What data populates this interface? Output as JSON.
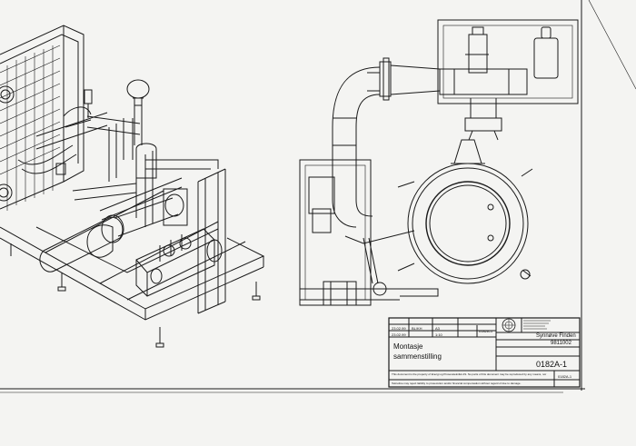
{
  "title_block": {
    "date_1": "23.02.99",
    "initials_1": "BL/KH",
    "sheet_size": "A3",
    "date_2": "23.02.99",
    "scale": "1:10",
    "sheet_number": "0182A-1",
    "description_line_1": "Montasje",
    "description_line_2": "sammenstilling",
    "customer": "Synnøve Finden",
    "project_number": "9811002",
    "drawing_number": "0182A-1",
    "revision_corner": "0182A-1",
    "copyright_notice": "This document is the property of Energi og Prosessteknikk AS. No parts of this document may be reproduced by any means, nor transmitted to a third party.",
    "liability_notice": "Teknoline may reject liability to prosecution and/or financial compensation without regard of due to damage."
  },
  "colors": {
    "paper": "#f4f4f2",
    "line": "#1a1a1a"
  }
}
